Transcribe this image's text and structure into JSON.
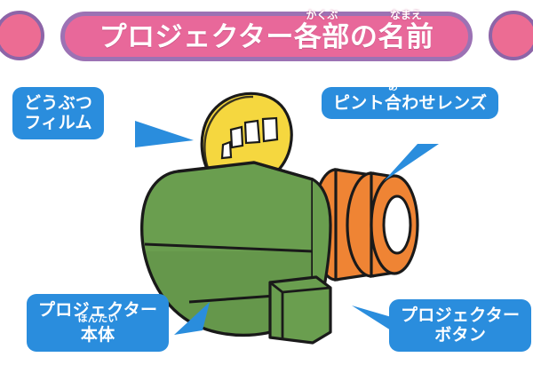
{
  "page": {
    "language": "ja",
    "kind": "educational-diagram",
    "background_color": "#ffffff"
  },
  "title": {
    "banner_color": "#e8689a",
    "banner_border_color": "#9c72b4",
    "text_color": "#ffffff",
    "segments": [
      {
        "text": "プロジェクター",
        "ruby": ""
      },
      {
        "text": "各部",
        "ruby": "かくぶ"
      },
      {
        "text": "の",
        "ruby": ""
      },
      {
        "text": "名前",
        "ruby": "なまえ"
      }
    ],
    "full_text": "プロジェクター各部の名前"
  },
  "decorations": {
    "circle_fill": "#ec6c93",
    "circle_border": "#8d65a8",
    "left_circle_name": "pink-circle-left",
    "right_circle_name": "pink-circle-right"
  },
  "labels": {
    "color": "#2a8ddd",
    "text_color": "#ffffff",
    "film": {
      "lines": [
        "どうぶつ",
        "フィルム"
      ],
      "full_text": "どうぶつフィルム",
      "points_to": "yellow-film-disc"
    },
    "lens": {
      "segments": [
        {
          "text": "ピント",
          "ruby": ""
        },
        {
          "text": "合",
          "ruby": "あ"
        },
        {
          "text": "わせレンズ",
          "ruby": ""
        }
      ],
      "full_text": "ピント合わせレンズ",
      "points_to": "orange-focus-lens"
    },
    "body": {
      "line1": "プロジェクター",
      "line2_segments": [
        {
          "text": "本体",
          "ruby": "ほんたい"
        }
      ],
      "full_text": "プロジェクター本体",
      "points_to": "green-projector-body"
    },
    "button": {
      "lines": [
        "プロジェクター",
        "ボタン"
      ],
      "full_text": "プロジェクターボタン",
      "points_to": "green-projector-button"
    }
  },
  "illustration": {
    "name": "toy-projector",
    "parts": [
      {
        "name": "green-projector-body",
        "color": "#6a9e4f"
      },
      {
        "name": "yellow-film-disc",
        "color": "#f5d73f"
      },
      {
        "name": "orange-focus-lens",
        "color": "#ef8434"
      },
      {
        "name": "green-projector-button",
        "color": "#6a9e4f"
      },
      {
        "name": "lens-aperture",
        "color": "#ffffff"
      }
    ],
    "outline_color": "#1a1a1a",
    "body_color": "#6a9e4f",
    "body_shadow_color": "#5d8f45",
    "film_color": "#f5d73f",
    "film_shade_color": "#e8c62f",
    "lens_color": "#ef8434",
    "lens_shade_color": "#e0742a"
  }
}
